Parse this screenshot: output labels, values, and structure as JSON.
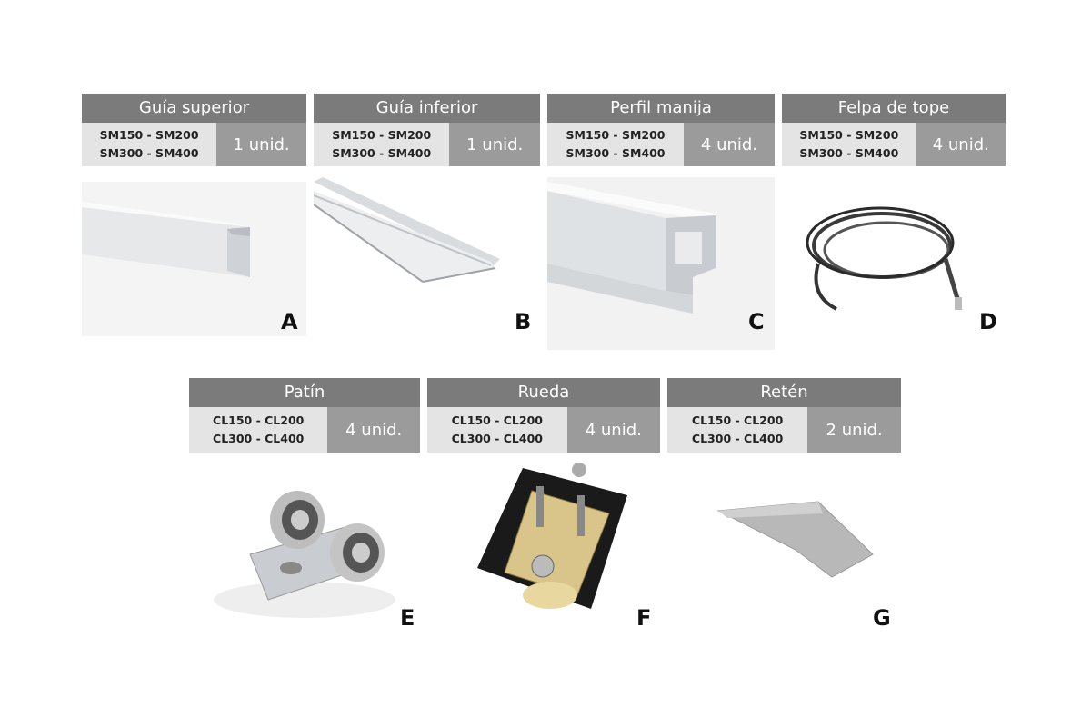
{
  "parts": [
    {
      "letter": "A",
      "title": "Guía superior",
      "models": [
        "SM150 - SM200",
        "SM300 - SM400"
      ],
      "qty": "1 unid."
    },
    {
      "letter": "B",
      "title": "Guía inferior",
      "models": [
        "SM150 - SM200",
        "SM300 - SM400"
      ],
      "qty": "1 unid."
    },
    {
      "letter": "C",
      "title": "Perfil manija",
      "models": [
        "SM150 - SM200",
        "SM300 - SM400"
      ],
      "qty": "4 unid."
    },
    {
      "letter": "D",
      "title": "Felpa de tope",
      "models": [
        "SM150 - SM200",
        "SM300 - SM400"
      ],
      "qty": "4 unid."
    },
    {
      "letter": "E",
      "title": "Patín",
      "models": [
        "CL150 - CL200",
        "CL300 - CL400"
      ],
      "qty": "4 unid."
    },
    {
      "letter": "F",
      "title": "Rueda",
      "models": [
        "CL150 - CL200",
        "CL300 - CL400"
      ],
      "qty": "4 unid."
    },
    {
      "letter": "G",
      "title": "Retén",
      "models": [
        "CL150 - CL200",
        "CL300 - CL400"
      ],
      "qty": "2 unid."
    }
  ]
}
